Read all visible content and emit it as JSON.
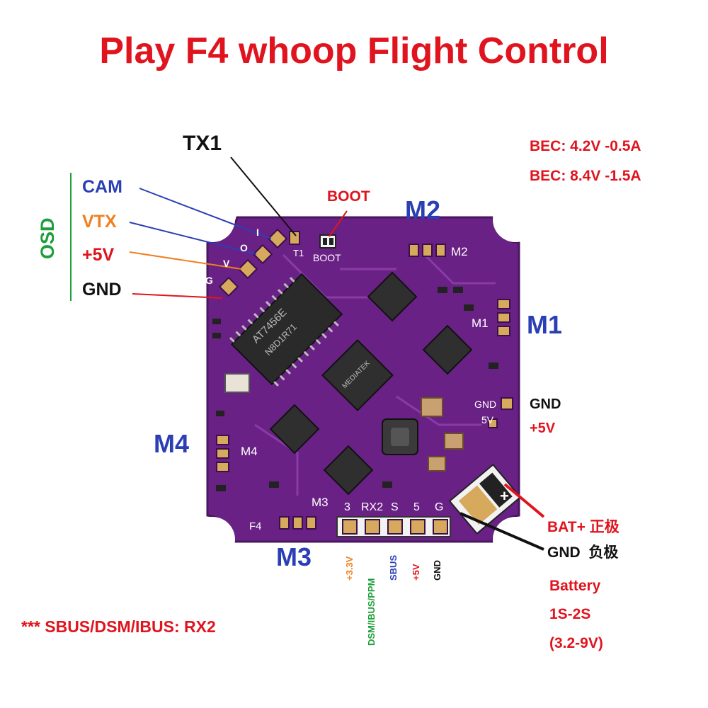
{
  "title": "Play F4 whoop Flight Control",
  "colors": {
    "title": "#e0141e",
    "red": "#e0141e",
    "blue": "#2b3fb5",
    "orange": "#f07f1e",
    "green": "#1e9e3a",
    "black": "#111111",
    "board": "#6a2185",
    "board_dark": "#4b1660",
    "pad": "#d7a95d"
  },
  "tx1": "TX1",
  "boot": "BOOT",
  "bec": [
    "BEC: 4.2V -0.5A",
    "BEC: 8.4V -1.5A"
  ],
  "osd": {
    "label": "OSD",
    "pins": [
      "CAM",
      "VTX",
      "+5V",
      "GND"
    ]
  },
  "motors": [
    "M1",
    "M2",
    "M3",
    "M4"
  ],
  "power_pads": {
    "gnd": "GND",
    "v5": "+5V"
  },
  "battery": {
    "pos": "BAT+ 正极",
    "neg": "GND  负极",
    "lines": [
      "Battery",
      "1S-2S",
      "(3.2-9V)"
    ]
  },
  "rx_pins": [
    "+3.3V",
    "DSM/IBUS/PPM",
    "SBUS",
    "+5V",
    "GND"
  ],
  "silk": {
    "rx_header": [
      "3",
      "RX2",
      "S",
      "5",
      "G"
    ],
    "osd_pads": [
      "G",
      "V",
      "O",
      "I"
    ],
    "t1": "T1",
    "boot": "BOOT",
    "m1": "M1",
    "m2": "M2",
    "m3": "M3",
    "m4": "M4",
    "gnd": "GND",
    "v5": "5V",
    "f4": "F4",
    "chip": "AT7456E",
    "chip_code": "N8D1R71",
    "mcu": "MEDIATEK",
    "plus": "+"
  },
  "note": "*** SBUS/DSM/IBUS: RX2"
}
